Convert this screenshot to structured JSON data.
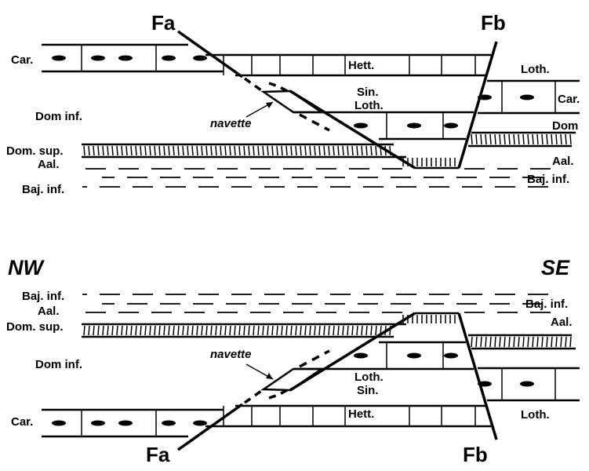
{
  "top_section": {
    "fault_a": "Fa",
    "fault_b": "Fb",
    "labels": {
      "car_left": "Car.",
      "hett": "Hett.",
      "loth_right": "Loth.",
      "sin": "Sin.",
      "loth_mid": "Loth.",
      "car_right": "Car.",
      "dom_inf": "Dom inf.",
      "navette": "navette",
      "dom_right": "Dom",
      "dom_sup": "Dom. sup.",
      "aal_left": "Aal.",
      "aal_right": "Aal.",
      "baj_left": "Baj. inf.",
      "baj_right": "Baj. inf."
    }
  },
  "bottom_section": {
    "direction_left": "NW",
    "direction_right": "SE",
    "fault_a": "Fa",
    "fault_b": "Fb",
    "labels": {
      "baj_left": "Baj. inf.",
      "baj_right": "Baj. inf.",
      "aal_left": "Aal.",
      "aal_right": "Aal.",
      "dom_sup": "Dom. sup.",
      "dom_inf": "Dom inf.",
      "navette": "navette",
      "loth_mid": "Loth.",
      "sin": "Sin.",
      "car_left": "Car.",
      "hett": "Hett.",
      "loth_right": "Loth."
    }
  }
}
